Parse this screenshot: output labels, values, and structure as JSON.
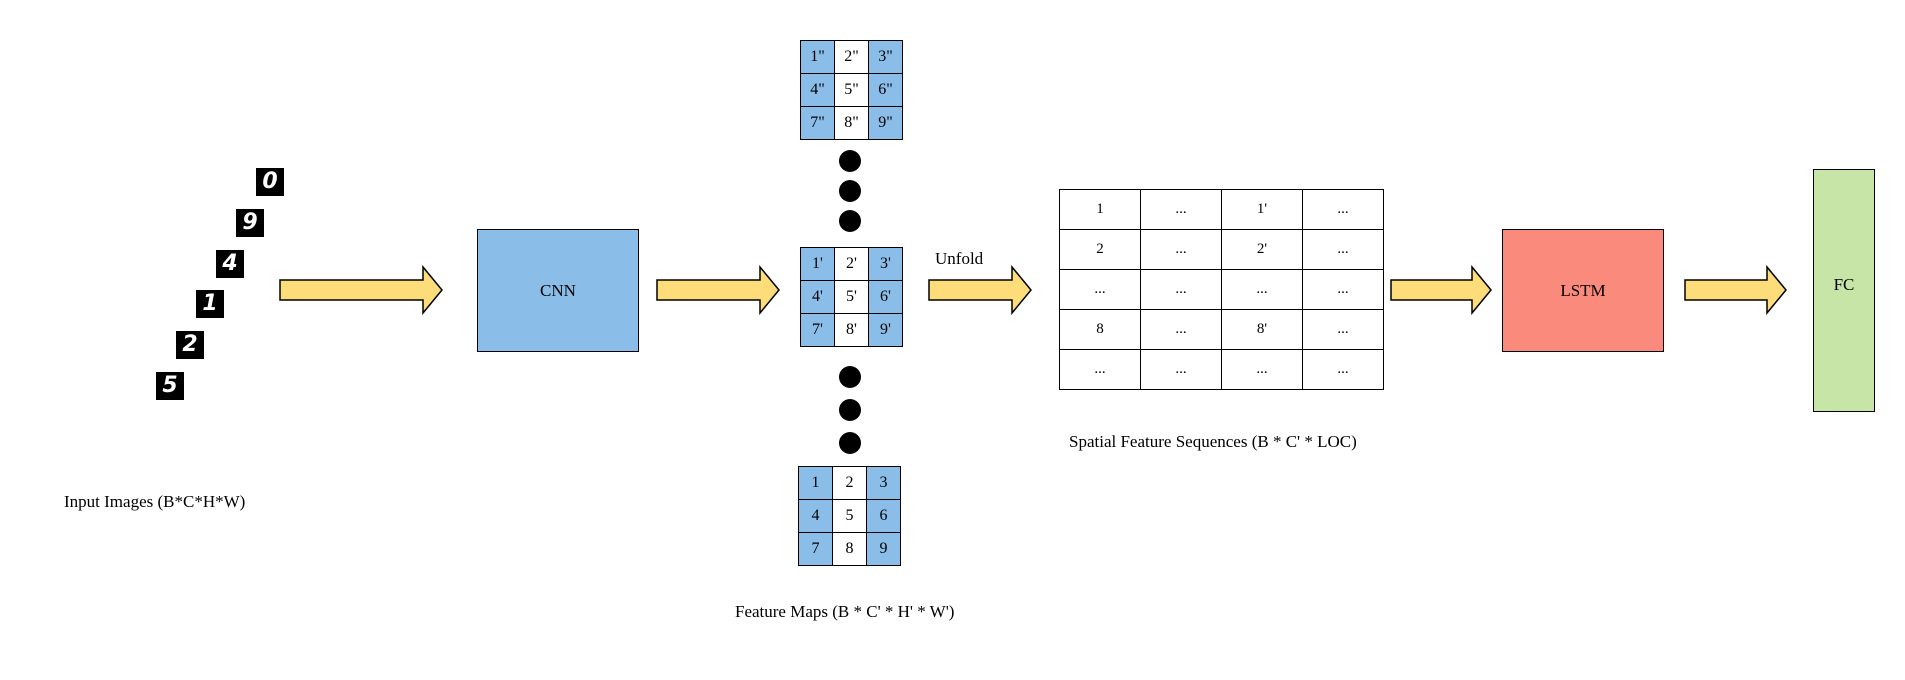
{
  "input": {
    "digits": [
      "0",
      "9",
      "4",
      "1",
      "2",
      "5"
    ],
    "label": "Input Images (B*C*H*W)"
  },
  "cnn": {
    "label": "CNN",
    "color": "#8bbde9"
  },
  "feature_maps": {
    "top": [
      [
        "1\"",
        "2\"",
        "3\""
      ],
      [
        "4\"",
        "5\"",
        "6\""
      ],
      [
        "7\"",
        "8\"",
        "9\""
      ]
    ],
    "middle": [
      [
        "1'",
        "2'",
        "3'"
      ],
      [
        "4'",
        "5'",
        "6'"
      ],
      [
        "7'",
        "8'",
        "9'"
      ]
    ],
    "bottom": [
      [
        "1",
        "2",
        "3"
      ],
      [
        "4",
        "5",
        "6"
      ],
      [
        "7",
        "8",
        "9"
      ]
    ],
    "label": "Feature Maps (B * C' * H' * W')",
    "blue_color": "#8bbde9"
  },
  "unfold": {
    "label": "Unfold"
  },
  "sequences": {
    "rows": [
      [
        "1",
        "...",
        "1'",
        "..."
      ],
      [
        "2",
        "...",
        "2'",
        "..."
      ],
      [
        "...",
        "...",
        "...",
        "..."
      ],
      [
        "8",
        "...",
        "8'",
        "..."
      ],
      [
        "...",
        "...",
        "...",
        "..."
      ]
    ],
    "label": "Spatial Feature Sequences (B * C' * LOC)"
  },
  "lstm": {
    "label": "LSTM",
    "color": "#fa8b7c"
  },
  "fc": {
    "label": "FC",
    "color": "#c6e5a6"
  },
  "arrow_color": "#fddc7a"
}
